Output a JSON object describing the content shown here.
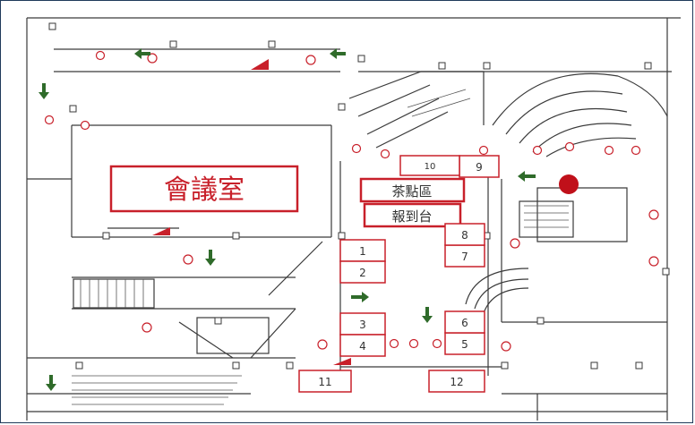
{
  "map": {
    "room_label": "會議室",
    "tea_area_label": "茶點區",
    "registration_label": "報到台",
    "booths": [
      "1",
      "2",
      "3",
      "4",
      "5",
      "6",
      "7",
      "8",
      "9",
      "10",
      "11",
      "12"
    ],
    "colors": {
      "accent": "#c8202a",
      "arrow": "#2f6b2a",
      "line": "#3a3a3a",
      "background": "#ffffff"
    },
    "icons": {
      "direction_arrow": "green-arrow-icon",
      "hydrant": "hydrant-icon",
      "copyright_mark": "c-mark-icon",
      "red_dot": "red-dot-icon"
    }
  }
}
